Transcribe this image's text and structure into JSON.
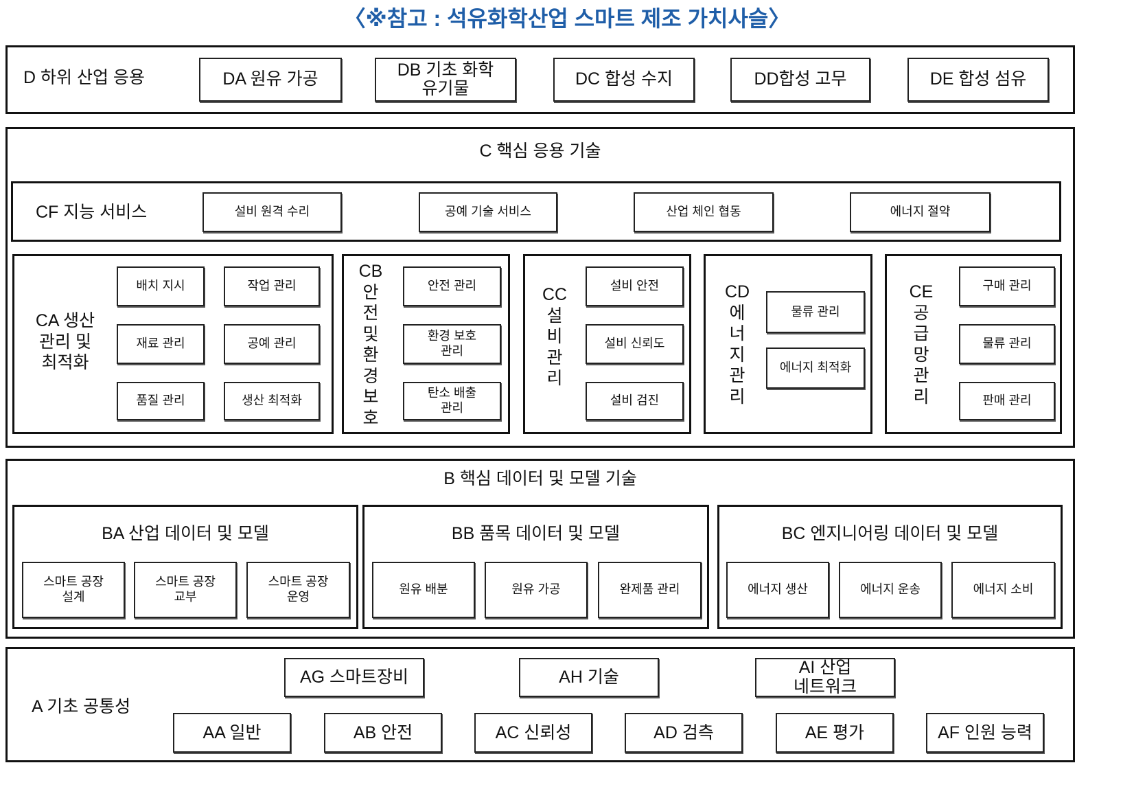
{
  "title": "〈※참고 : 석유화학산업 스마트 제조 가치사슬〉",
  "D": {
    "label": "D 하위 산업 응용",
    "items": [
      "DA 원유 가공",
      "DB 기초 화학\n유기물",
      "DC 합성 수지",
      "DD합성 고무",
      "DE 합성 섬유"
    ]
  },
  "C": {
    "label": "C 핵심 응용 기술",
    "CF": {
      "label": "CF 지능 서비스",
      "items": [
        "설비 원격 수리",
        "공예 기술 서비스",
        "산업 체인 협동",
        "에너지 절약"
      ]
    },
    "CA": {
      "label": "CA 생산\n관리 및\n최적화",
      "items": [
        "배치 지시",
        "작업 관리",
        "재료 관리",
        "공예 관리",
        "품질 관리",
        "생산 최적화"
      ]
    },
    "CB": {
      "label": "CB\n안\n전\n및\n환\n경\n보\n호",
      "items": [
        "안전 관리",
        "환경 보호\n관리",
        "탄소 배출\n관리"
      ]
    },
    "CC": {
      "label": "CC\n설\n비\n관\n리",
      "items": [
        "설비 안전",
        "설비 신뢰도",
        "설비 검진"
      ]
    },
    "CD": {
      "label": "CD\n에\n너\n지\n관\n리",
      "items": [
        "물류 관리",
        "에너지 최적화"
      ]
    },
    "CE": {
      "label": "CE\n공\n급\n망\n관\n리",
      "items": [
        "구매 관리",
        "물류 관리",
        "판매 관리"
      ]
    }
  },
  "B": {
    "label": "B 핵심 데이터 및 모델 기술",
    "BA": {
      "label": "BA 산업 데이터 및 모델",
      "items": [
        "스마트 공장\n설계",
        "스마트 공장\n교부",
        "스마트 공장\n운영"
      ]
    },
    "BB": {
      "label": "BB 품목 데이터 및 모델",
      "items": [
        "원유 배분",
        "원유 가공",
        "완제품 관리"
      ]
    },
    "BC": {
      "label": "BC 엔지니어링 데이터 및 모델",
      "items": [
        "에너지 생산",
        "에너지 운송",
        "에너지 소비"
      ]
    }
  },
  "A": {
    "label": "A 기초 공통성",
    "top": [
      "AG 스마트장비",
      "AH 기술",
      "AI 산업\n네트워크"
    ],
    "bottom": [
      "AA 일반",
      "AB 안전",
      "AC 신뢰성",
      "AD 검측",
      "AE 평가",
      "AF 인원 능력"
    ]
  }
}
